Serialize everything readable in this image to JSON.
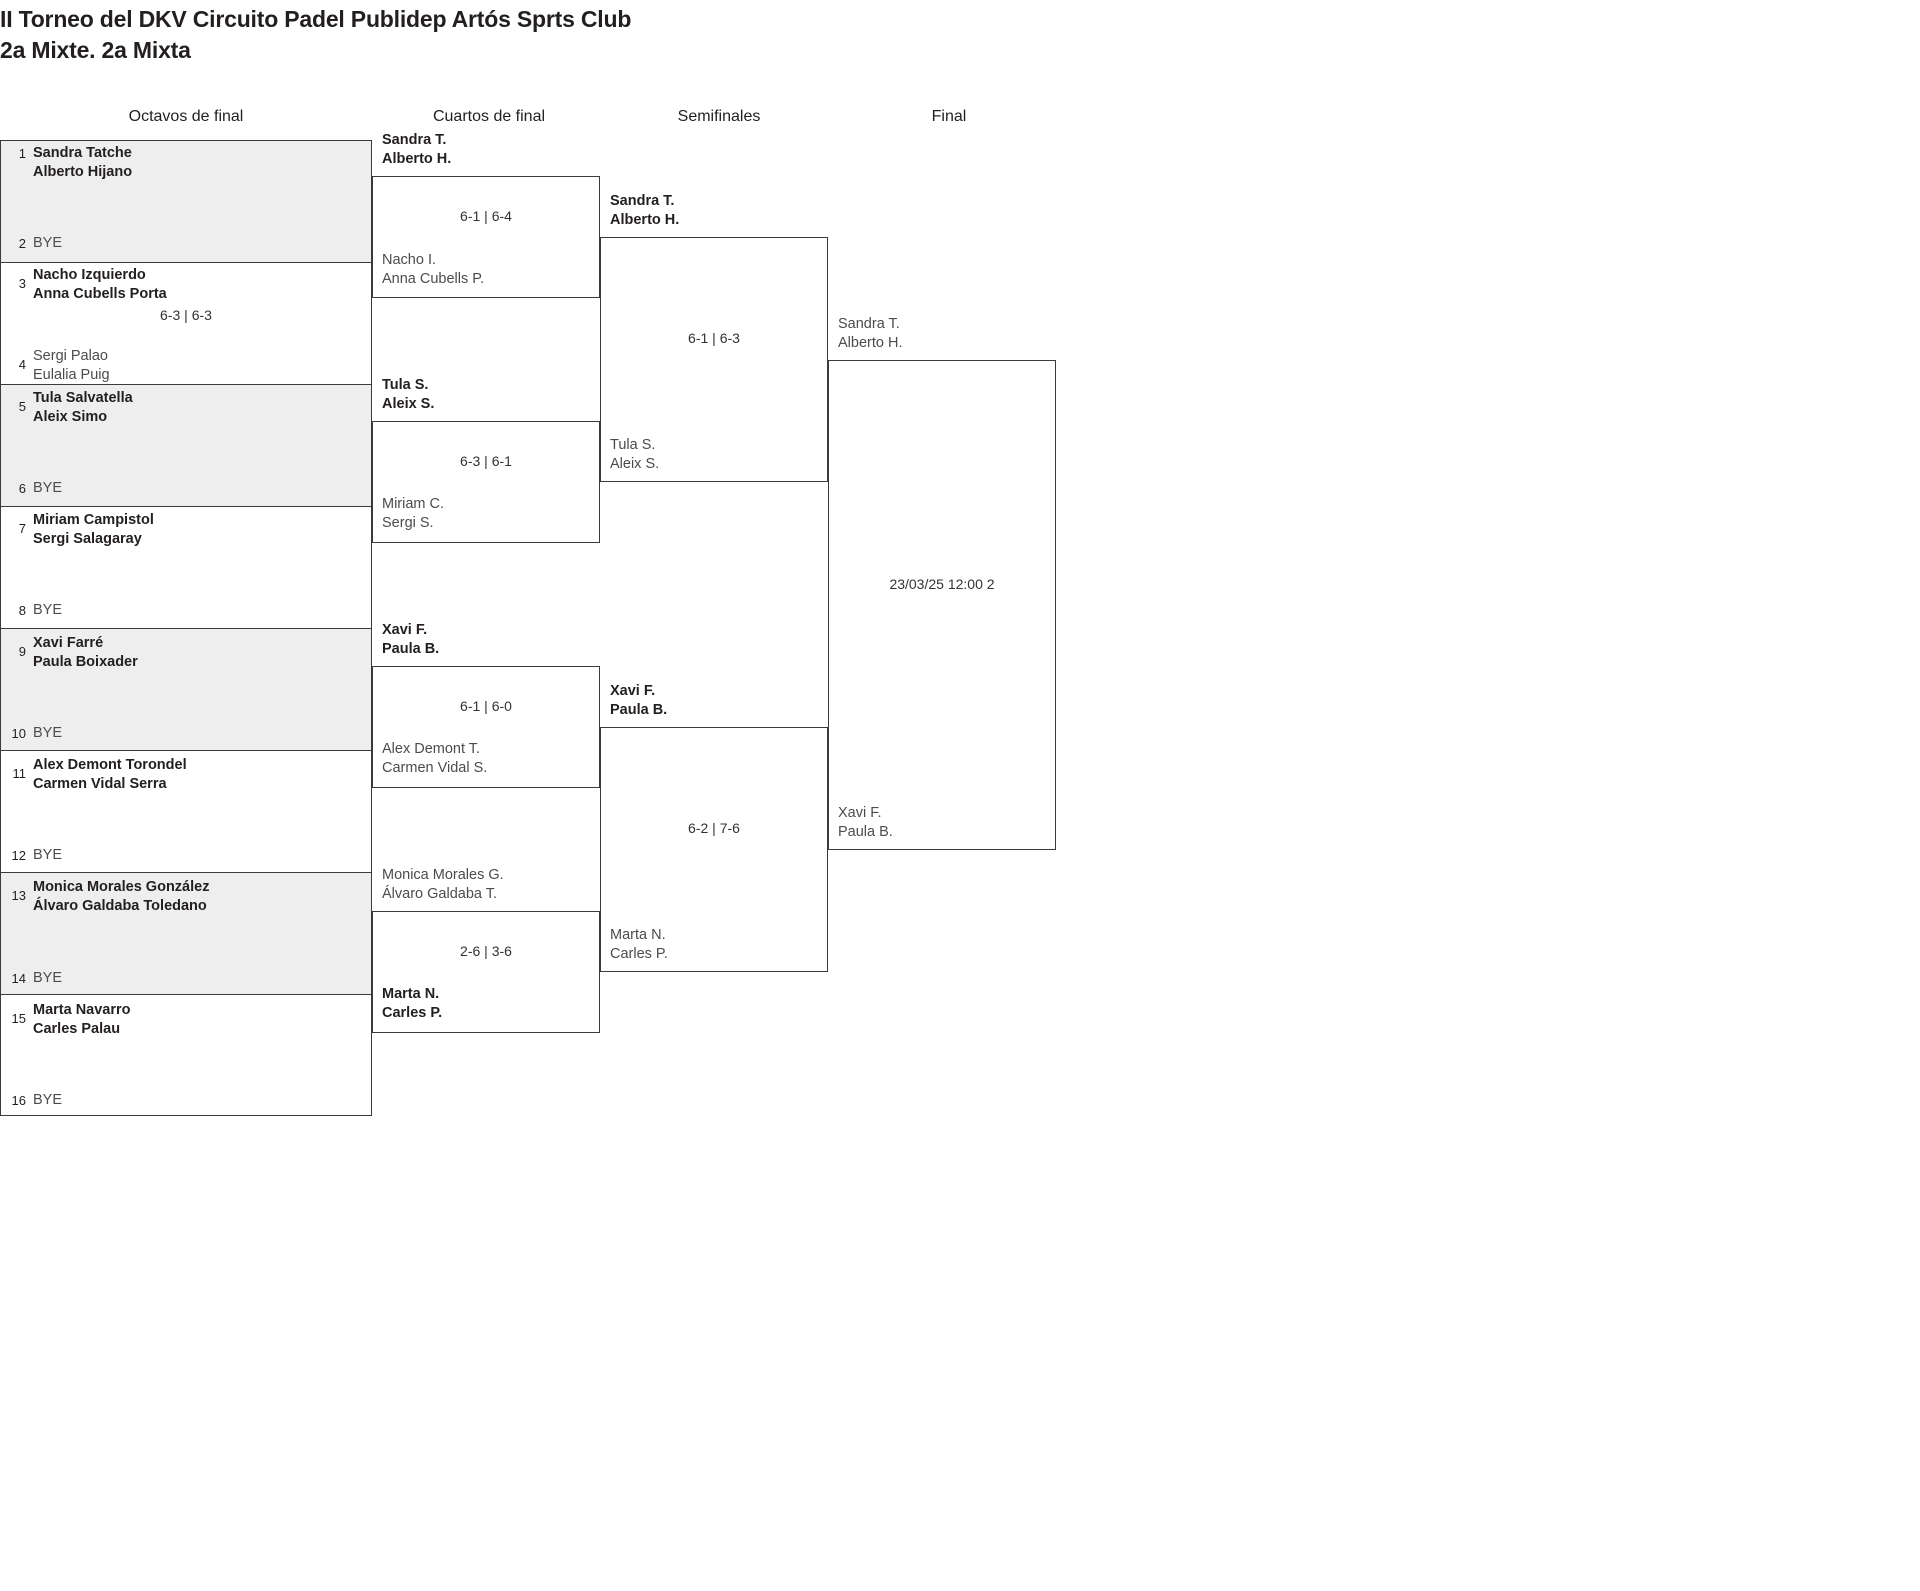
{
  "header": {
    "tournament": "II Torneo del DKV Circuito Padel Publidep Artós Sprts Club",
    "category": "2a Mixte. 2a Mixta"
  },
  "rounds": [
    {
      "label": "Octavos de final"
    },
    {
      "label": "Cuartos de final"
    },
    {
      "label": "Semifinales"
    },
    {
      "label": "Final"
    }
  ],
  "round1": {
    "entries": [
      {
        "seed": "1",
        "line1": "Sandra Tatche",
        "line2": "Alberto Hijano",
        "state": "win"
      },
      {
        "seed": "2",
        "line1": "BYE",
        "line2": "",
        "state": "bye"
      },
      {
        "seed": "3",
        "line1": "Nacho Izquierdo",
        "line2": "Anna Cubells Porta",
        "state": "win"
      },
      {
        "seed": "4",
        "line1": "Sergi Palao",
        "line2": "Eulalia Puig",
        "state": "lose"
      },
      {
        "seed": "5",
        "line1": "Tula Salvatella",
        "line2": "Aleix Simo",
        "state": "win"
      },
      {
        "seed": "6",
        "line1": "BYE",
        "line2": "",
        "state": "bye"
      },
      {
        "seed": "7",
        "line1": "Miriam Campistol",
        "line2": "Sergi Salagaray",
        "state": "win"
      },
      {
        "seed": "8",
        "line1": "BYE",
        "line2": "",
        "state": "bye"
      },
      {
        "seed": "9",
        "line1": "Xavi Farré",
        "line2": "Paula Boixader",
        "state": "win"
      },
      {
        "seed": "10",
        "line1": "BYE",
        "line2": "",
        "state": "bye"
      },
      {
        "seed": "11",
        "line1": "Alex Demont Torondel",
        "line2": "Carmen Vidal Serra",
        "state": "win"
      },
      {
        "seed": "12",
        "line1": "BYE",
        "line2": "",
        "state": "bye"
      },
      {
        "seed": "13",
        "line1": "Monica Morales González",
        "line2": "Álvaro Galdaba Toledano",
        "state": "win"
      },
      {
        "seed": "14",
        "line1": "BYE",
        "line2": "",
        "state": "bye"
      },
      {
        "seed": "15",
        "line1": "Marta Navarro",
        "line2": "Carles Palau",
        "state": "win"
      },
      {
        "seed": "16",
        "line1": "BYE",
        "line2": "",
        "state": "bye"
      }
    ],
    "scores": [
      "",
      "6-3 | 6-3",
      "",
      "",
      "",
      "",
      "",
      ""
    ]
  },
  "round2": {
    "matches": [
      {
        "score": "6-1 | 6-4",
        "top": {
          "line1": "Sandra T.",
          "line2": "Alberto H.",
          "state": "win"
        },
        "bottom": {
          "line1": "Nacho I.",
          "line2": "Anna Cubells P.",
          "state": "lose"
        }
      },
      {
        "score": "6-3 | 6-1",
        "top": {
          "line1": "Tula S.",
          "line2": "Aleix S.",
          "state": "win"
        },
        "bottom": {
          "line1": "Miriam C.",
          "line2": "Sergi S.",
          "state": "lose"
        }
      },
      {
        "score": "6-1 | 6-0",
        "top": {
          "line1": "Xavi F.",
          "line2": "Paula B.",
          "state": "win"
        },
        "bottom": {
          "line1": "Alex Demont T.",
          "line2": "Carmen Vidal S.",
          "state": "lose"
        }
      },
      {
        "score": "2-6 | 3-6",
        "top": {
          "line1": "Monica Morales G.",
          "line2": "Álvaro Galdaba T.",
          "state": "lose"
        },
        "bottom": {
          "line1": "Marta N.",
          "line2": "Carles P.",
          "state": "win"
        }
      }
    ]
  },
  "round3": {
    "matches": [
      {
        "score": "6-1 | 6-3",
        "top": {
          "line1": "Sandra T.",
          "line2": "Alberto H.",
          "state": "win"
        },
        "bottom": {
          "line1": "Tula S.",
          "line2": "Aleix S.",
          "state": "lose"
        }
      },
      {
        "score": "6-2 | 7-6",
        "top": {
          "line1": "Xavi F.",
          "line2": "Paula B.",
          "state": "win"
        },
        "bottom": {
          "line1": "Marta N.",
          "line2": "Carles P.",
          "state": "lose"
        }
      }
    ]
  },
  "round4": {
    "match": {
      "schedule": "23/03/25 12:00 2",
      "top": {
        "line1": "Sandra T.",
        "line2": "Alberto H.",
        "state": "lose"
      },
      "bottom": {
        "line1": "Xavi F.",
        "line2": "Paula B.",
        "state": "lose"
      }
    }
  }
}
